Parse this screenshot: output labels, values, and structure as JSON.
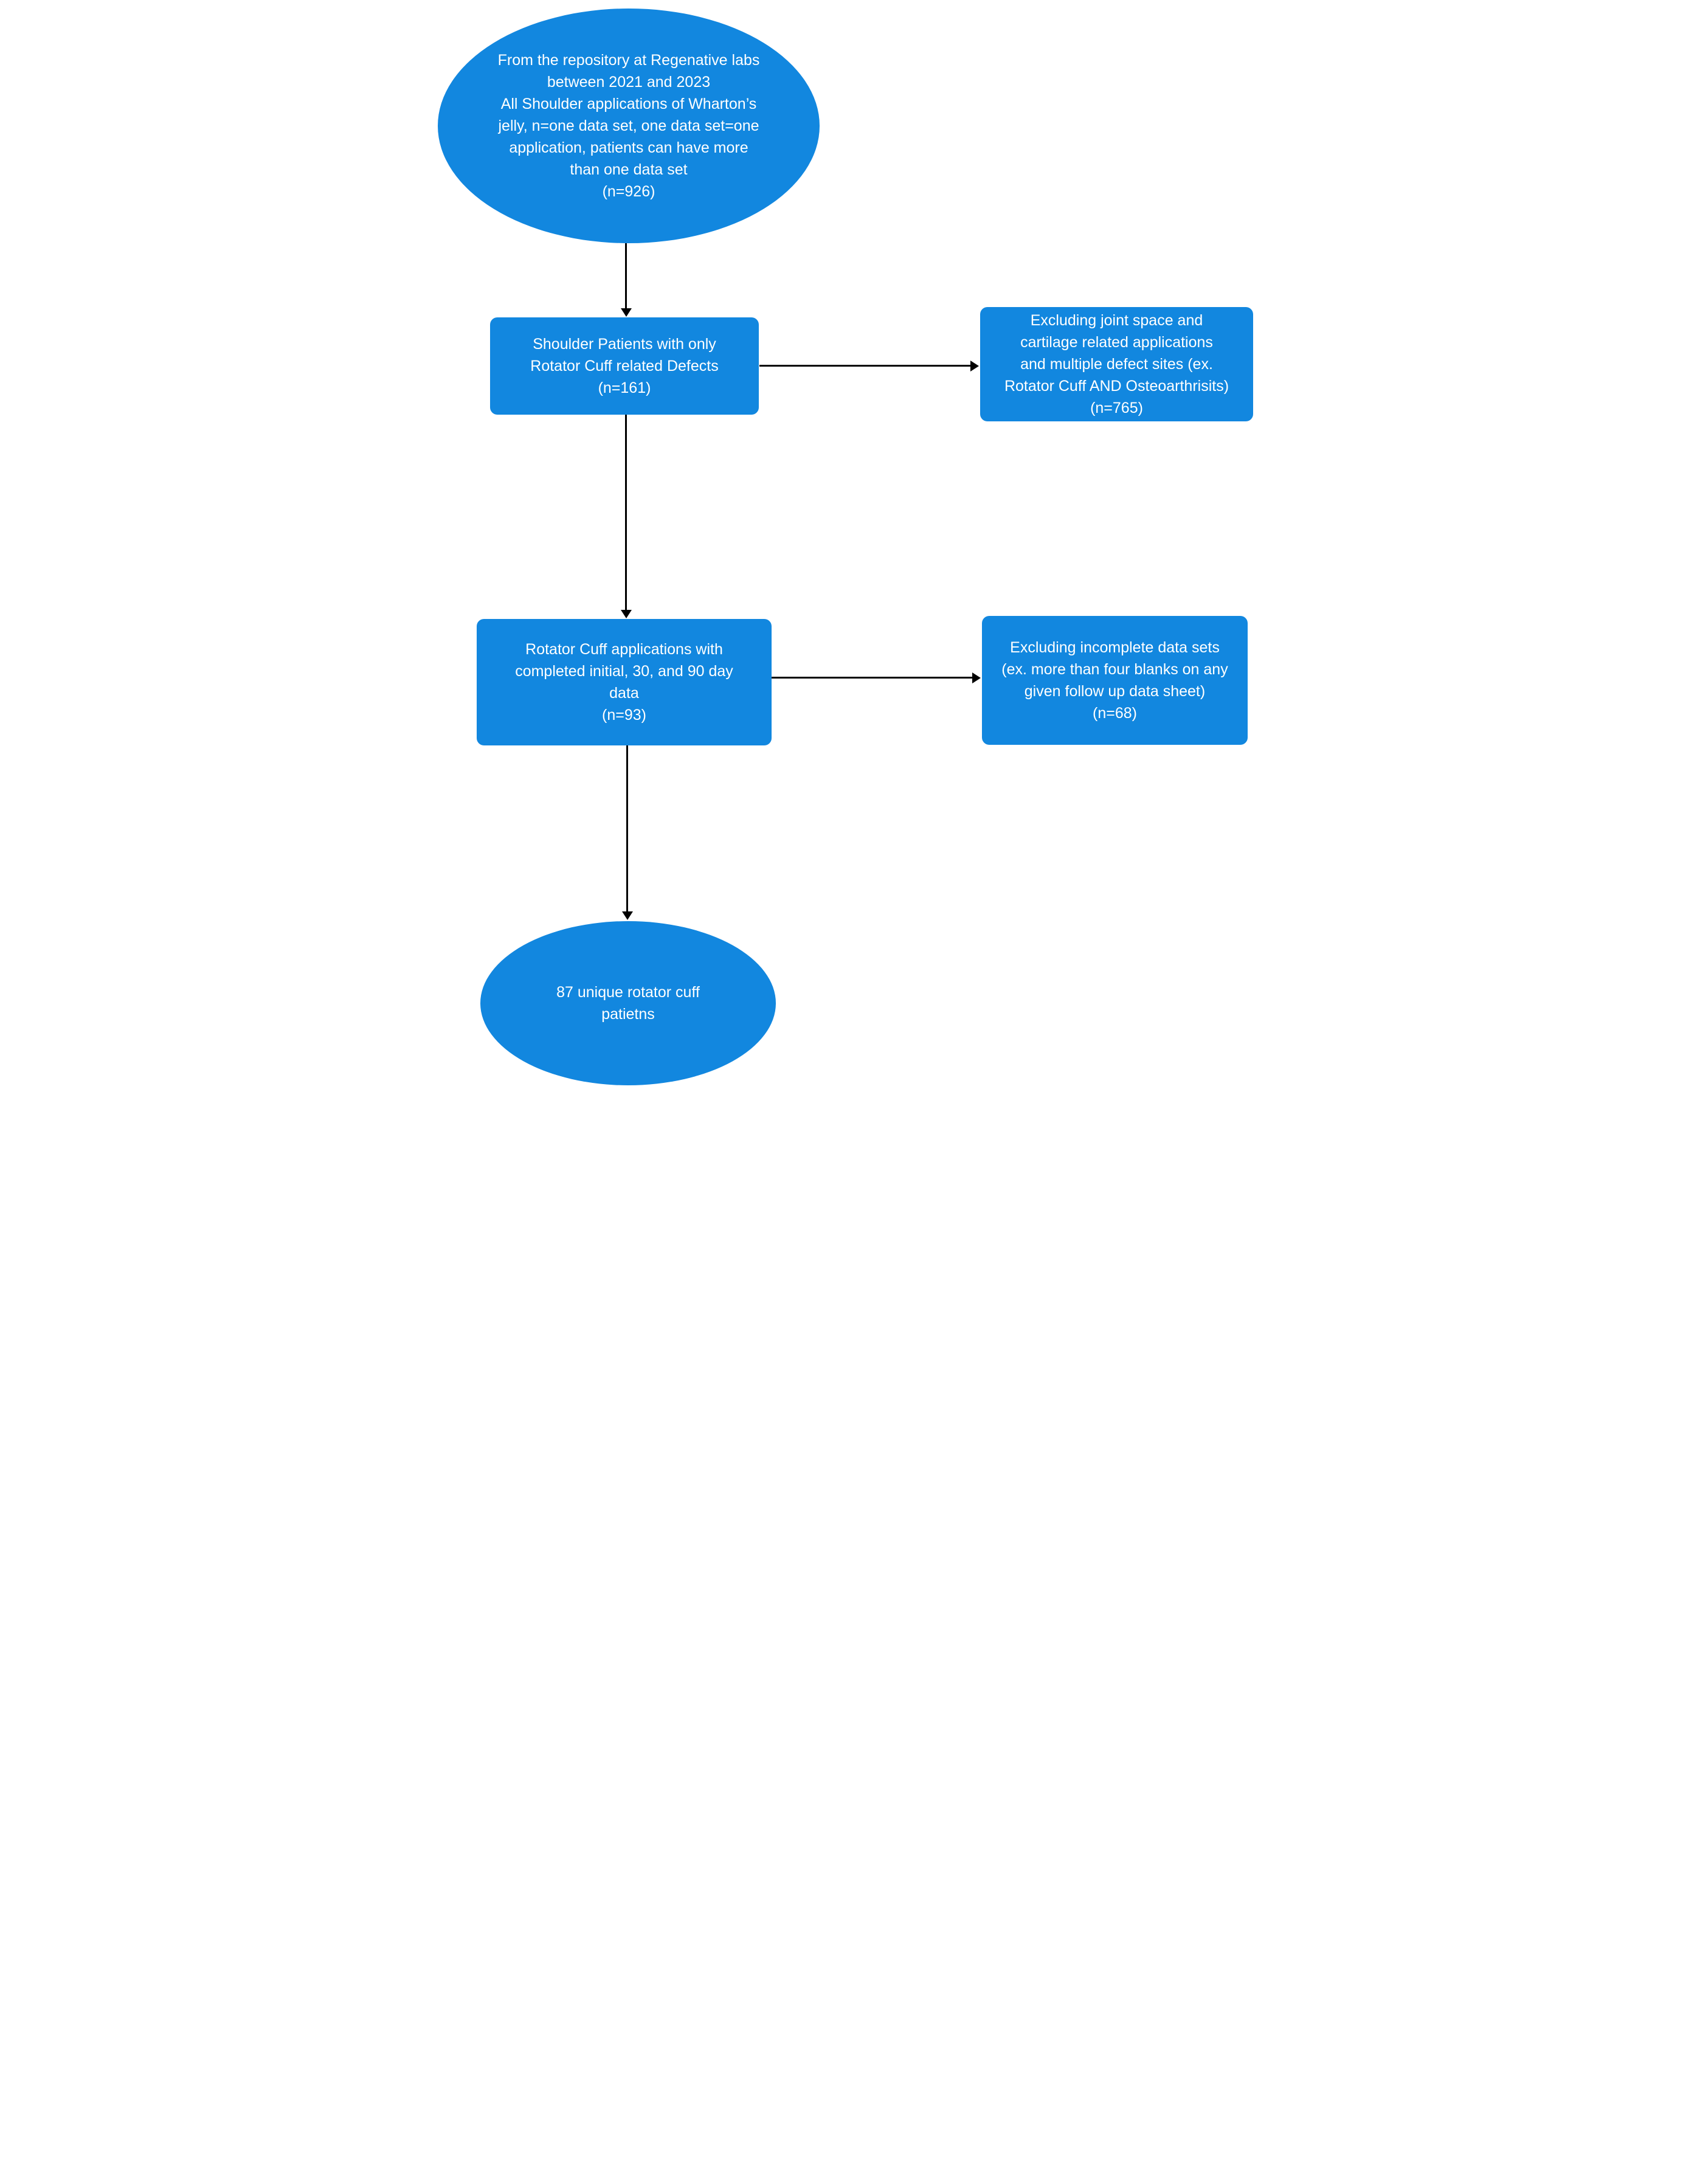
{
  "diagram": {
    "type": "flowchart",
    "colors": {
      "node_fill": "#1287DF",
      "node_text": "#FFFFFF",
      "arrow": "#000000",
      "background": "#FFFFFF"
    }
  },
  "nodes": {
    "repository": {
      "shape": "ellipse",
      "lines": [
        "From the repository at Regenative labs",
        "between 2021 and 2023",
        "All Shoulder applications of Wharton’s",
        "jelly, n=one data set, one data set=one",
        "application, patients can have more",
        "than one data set",
        "(n=926)"
      ]
    },
    "shoulder_patients": {
      "shape": "rect",
      "lines": [
        "Shoulder Patients with only",
        "Rotator Cuff related Defects",
        "(n=161)"
      ]
    },
    "excluding_joint_space": {
      "shape": "rect",
      "lines": [
        "Excluding joint space and",
        "cartilage related  applications",
        "and multiple defect sites (ex.",
        "Rotator Cuff AND Osteoarthrisits)",
        "(n=765)"
      ]
    },
    "rotator_cuff_applications": {
      "shape": "rect",
      "lines": [
        "Rotator Cuff applications with",
        "completed initial, 30, and 90 day",
        "data",
        "(n=93)"
      ]
    },
    "excluding_incomplete": {
      "shape": "rect",
      "lines": [
        "Excluding incomplete data sets",
        "(ex. more than four blanks on any",
        "given follow up data sheet)",
        "(n=68)"
      ]
    },
    "unique_patients": {
      "shape": "ellipse",
      "lines": [
        "87 unique rotator cuff",
        "patietns"
      ]
    }
  },
  "edges": [
    {
      "from": "repository",
      "to": "shoulder_patients",
      "direction": "down"
    },
    {
      "from": "shoulder_patients",
      "to": "excluding_joint_space",
      "direction": "right"
    },
    {
      "from": "shoulder_patients",
      "to": "rotator_cuff_applications",
      "direction": "down"
    },
    {
      "from": "rotator_cuff_applications",
      "to": "excluding_incomplete",
      "direction": "right"
    },
    {
      "from": "rotator_cuff_applications",
      "to": "unique_patients",
      "direction": "down"
    }
  ]
}
